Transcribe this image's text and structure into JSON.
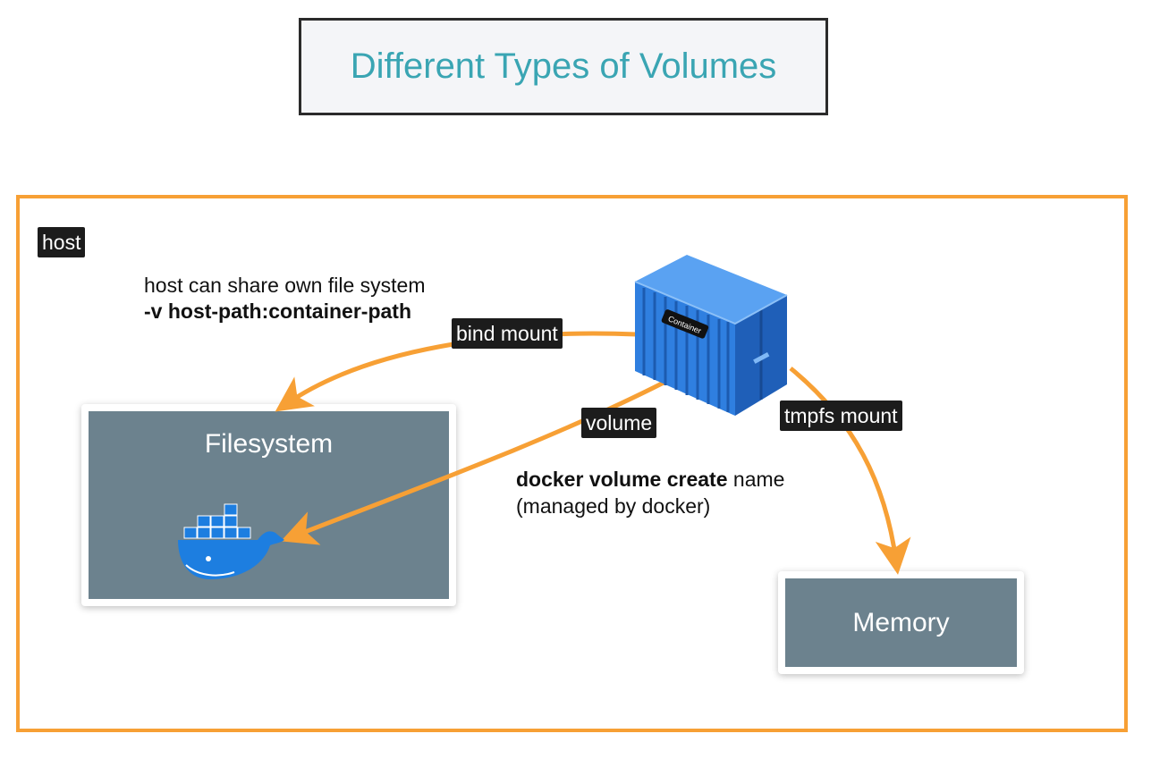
{
  "title": "Different Types of Volumes",
  "host": {
    "label": "host",
    "description_line1": "host can share own file system",
    "description_line2": "-v host-path:container-path"
  },
  "mounts": {
    "bind": "bind mount",
    "volume": "volume",
    "tmpfs": "tmpfs mount"
  },
  "volume_note": {
    "command_bold": "docker volume create",
    "command_rest": " name",
    "managed": "(managed by docker)"
  },
  "targets": {
    "filesystem": "Filesystem",
    "memory": "Memory"
  },
  "container_label": "Container",
  "colors": {
    "arrow": "#f7a035",
    "title_text": "#3aa5b3",
    "panel": "#6c828e",
    "container_blue": "#2f7fe0",
    "docker_blue": "#1d7ee0"
  }
}
